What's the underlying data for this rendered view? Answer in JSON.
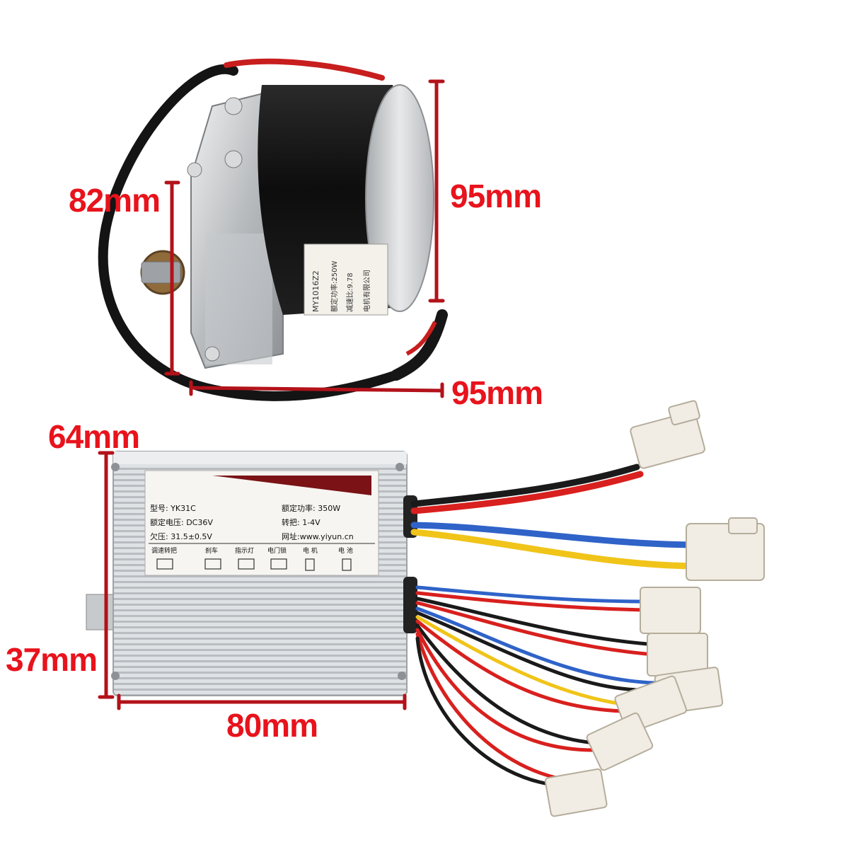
{
  "colors": {
    "dimension_red": "#e8131c",
    "dimension_line": "#b3121a",
    "wire_red": "#d8201e",
    "wire_black": "#1a1a1a",
    "wire_blue": "#2f63c8",
    "wire_yellow": "#f0c419",
    "connector": "#f1ede4",
    "aluminum": "#d9dcde"
  },
  "motor": {
    "height_label": "82mm",
    "diameter_label": "95mm",
    "length_label": "95mm",
    "nameplate": {
      "line1": "额定功率:250W",
      "line2": "减速比:9.78",
      "line3": "电机有限公司",
      "model": "MY1016Z2"
    }
  },
  "controller": {
    "height_label": "64mm",
    "body_height_label": "37mm",
    "width_label": "80mm",
    "label": {
      "model": "型号: YK31C",
      "rated_power": "额定功率: 350W",
      "rated_voltage": "额定电压: DC36V",
      "throttle": "转把: 1-4V",
      "undervoltage": "欠压: 31.5±0.5V",
      "website": "网址:www.yiyun.cn",
      "ports": [
        "调速转把",
        "刹车",
        "指示灯",
        "电门锁",
        "电 机",
        "电 池"
      ]
    }
  }
}
